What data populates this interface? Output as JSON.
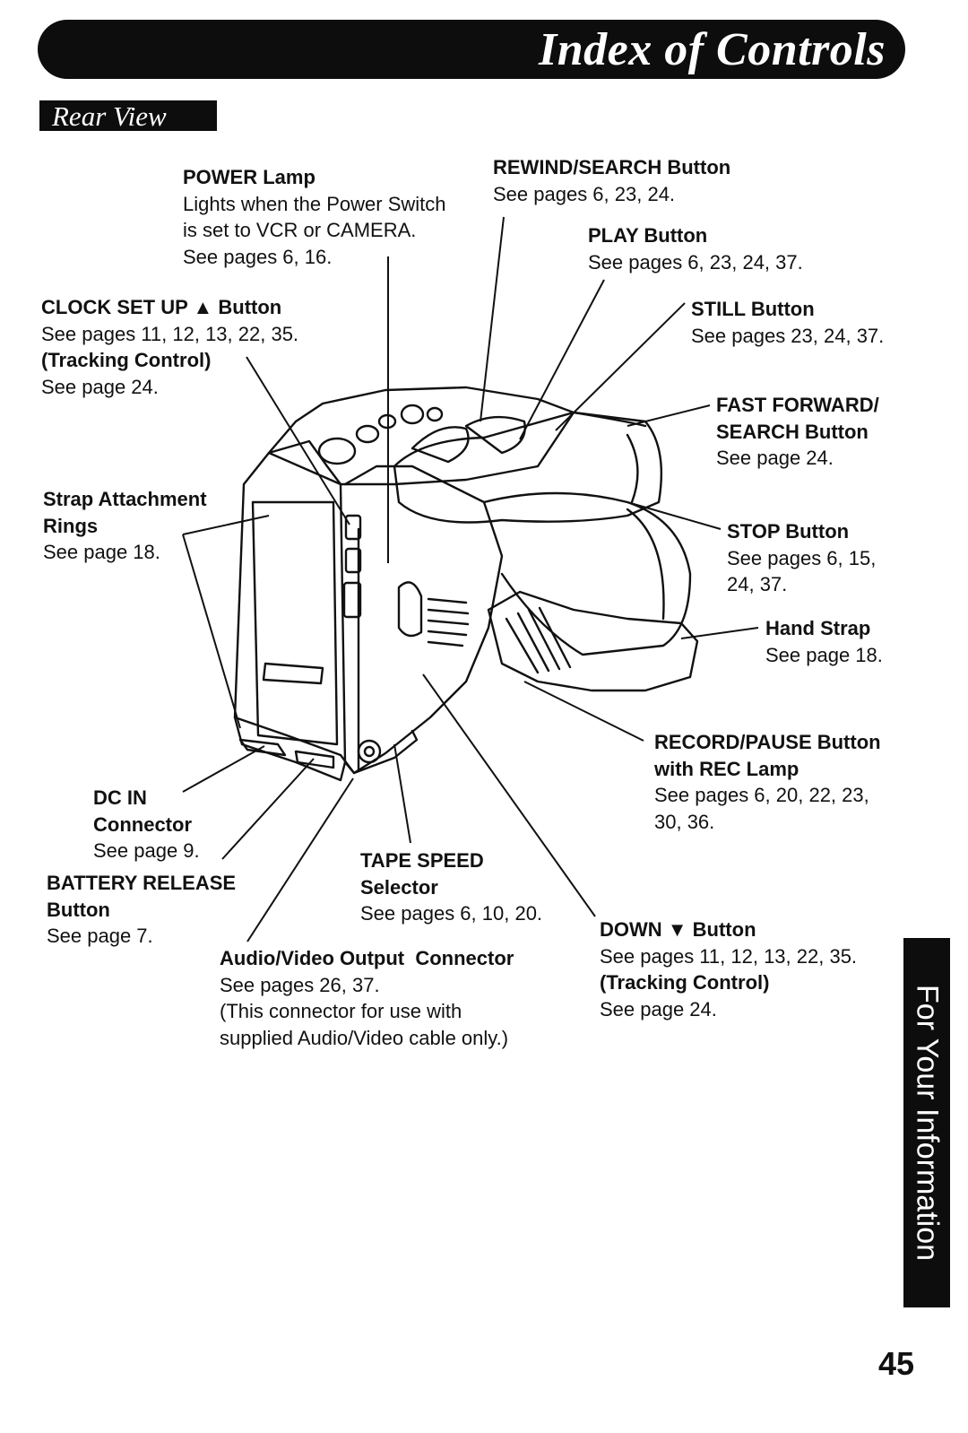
{
  "header": {
    "title": "Index of Controls"
  },
  "section": {
    "label": "Rear View"
  },
  "callouts": {
    "power_lamp": {
      "title": "POWER Lamp",
      "lines": [
        "Lights when the Power Switch",
        "is set to VCR or CAMERA.",
        "See pages 6, 16."
      ]
    },
    "rewind_search": {
      "title": "REWIND/SEARCH Button",
      "lines": [
        "See pages 6, 23, 24."
      ]
    },
    "play": {
      "title": "PLAY Button",
      "lines": [
        "See pages 6, 23, 24, 37."
      ]
    },
    "clock_set_up": {
      "title": "CLOCK SET UP ▲ Button",
      "lines": [
        "See pages 11, 12, 13, 22, 35."
      ],
      "title2": "(Tracking Control)",
      "lines2": [
        "See page 24."
      ]
    },
    "still": {
      "title": "STILL Button",
      "lines": [
        "See pages 23, 24, 37."
      ]
    },
    "fast_forward": {
      "title": "FAST FORWARD/",
      "title2": "SEARCH Button",
      "lines": [
        "See page 24."
      ]
    },
    "strap_rings": {
      "title": "Strap Attachment",
      "title2": "Rings",
      "lines": [
        "See page 18."
      ]
    },
    "stop": {
      "title": "STOP Button",
      "lines": [
        "See pages 6, 15,",
        "24, 37."
      ]
    },
    "hand_strap": {
      "title": "Hand Strap",
      "lines": [
        "See page 18."
      ]
    },
    "record_pause": {
      "title": "RECORD/PAUSE Button",
      "title2": "with REC Lamp",
      "lines": [
        "See pages 6, 20, 22, 23,",
        "30, 36."
      ]
    },
    "dc_in": {
      "title": "DC IN",
      "title2": "Connector",
      "lines": [
        "See page 9."
      ]
    },
    "battery_release": {
      "title": "BATTERY RELEASE",
      "title2": "Button",
      "lines": [
        "See page 7."
      ]
    },
    "tape_speed": {
      "title": "TAPE SPEED",
      "title2": "Selector",
      "lines": [
        "See pages 6, 10, 20."
      ]
    },
    "down": {
      "title": "DOWN ▼ Button",
      "lines": [
        "See pages 11, 12, 13, 22, 35."
      ],
      "title2": "(Tracking Control)",
      "lines2": [
        "See page 24."
      ]
    },
    "av_output": {
      "title": "Audio/Video Output  Connector",
      "lines": [
        "See pages 26, 37.",
        "(This connector for use with",
        "supplied Audio/Video cable only.)"
      ]
    }
  },
  "side_tab": {
    "label": "For Your Information"
  },
  "page_number": "45",
  "colors": {
    "ink": "#111111",
    "panel": "#0d0d0d",
    "paper": "#ffffff"
  }
}
